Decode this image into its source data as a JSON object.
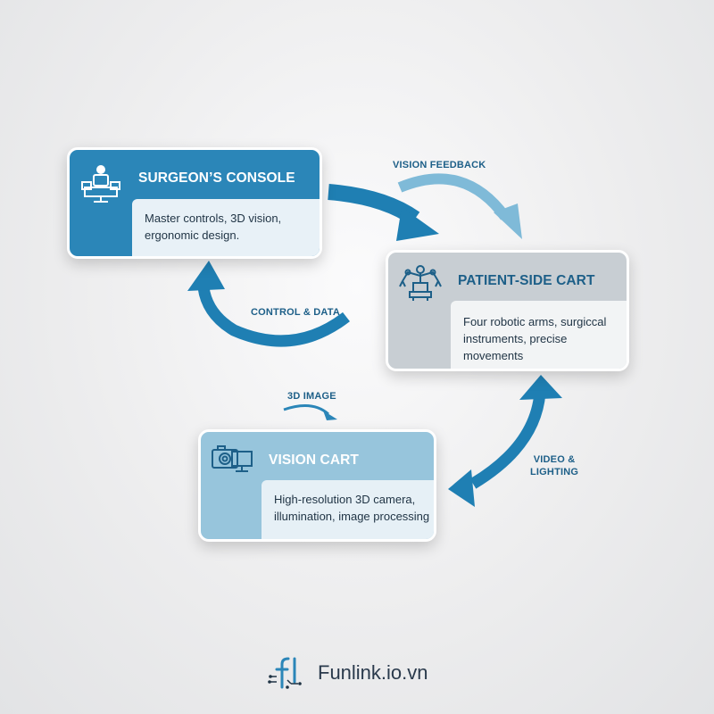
{
  "nodes": {
    "console": {
      "title": "SURGEON’S CONSOLE",
      "description": "Master controls, 3D vision, ergonomic design.",
      "icon": "surgeon-console-icon"
    },
    "patient_cart": {
      "title": "PATIENT-SIDE CART",
      "description": "Four robotic arms, surgiccal instruments, precise movements",
      "icon": "robotic-arms-icon"
    },
    "vision_cart": {
      "title": "VISION CART",
      "description": "High-resolution 3D camera, illumination, image processing",
      "icon": "camera-monitor-icon"
    }
  },
  "flows": {
    "vision_feedback": "VISION FEEDBACK",
    "control_data": "CONTROL & DATA",
    "image_3d": "3D IMAGE",
    "video_lighting_1": "VIDEO &",
    "video_lighting_2": "LIGHTING"
  },
  "footer": {
    "brand": "Funlink.io.vn",
    "icon": "funlink-logo-icon"
  },
  "colors": {
    "primary_blue": "#2b86b8",
    "light_blue": "#97c5dc",
    "arrow_dark": "#1f7fb3",
    "arrow_light": "#7fbad8",
    "label_text": "#1d5f88",
    "grey_header": "#c8ced3"
  }
}
